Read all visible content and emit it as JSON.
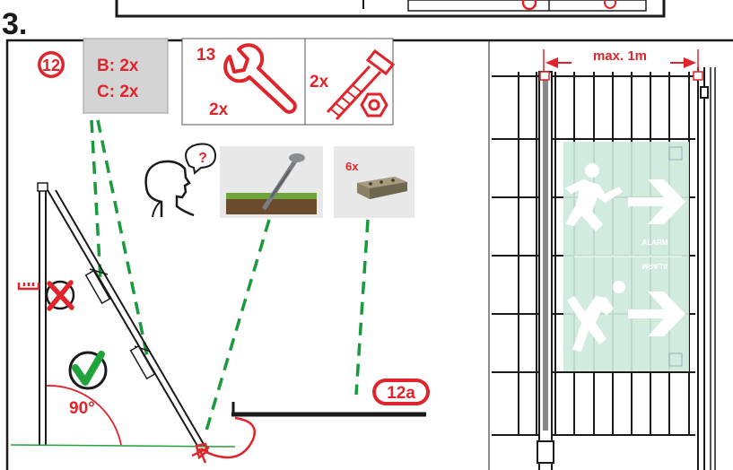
{
  "step": {
    "number": "3."
  },
  "parts_badge": {
    "label": "12"
  },
  "parts_box": {
    "line1": "B: 2x",
    "line2": "C: 2x"
  },
  "tools": {
    "wrench_size": "13",
    "wrench_qty": "2x",
    "bolt_qty": "2x"
  },
  "question_mark": "?",
  "blocks_qty": "6x",
  "part_12a_badge": {
    "label": "12a"
  },
  "angle_label": "90°",
  "max_distance": "max. 1m",
  "sign": {
    "alarm_top": "ALARM",
    "alarm_bottom": "ALARM"
  },
  "colors": {
    "brand_red": "#e0242b",
    "check_green": "#1fa33a",
    "dash_green": "#1a9a3c",
    "sign_green": "#cdeadb",
    "grey_box": "#d4d4d4",
    "ink": "#1a1a1a"
  }
}
